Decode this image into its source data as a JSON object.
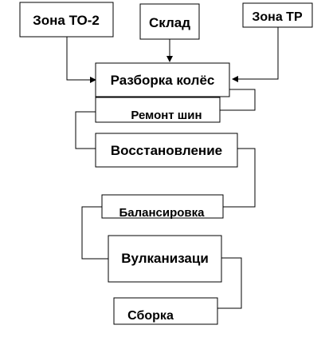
{
  "colors": {
    "stroke": "#000000",
    "background": "#ffffff",
    "text": "#000000"
  },
  "nodes": {
    "zona_to2": {
      "label": "Зона ТО-2"
    },
    "sklad": {
      "label": "Склад"
    },
    "zona_tr": {
      "label": "Зона ТР"
    },
    "razborka": {
      "label": "Разборка колёс"
    },
    "remont_shin": {
      "label": "Ремонт шин"
    },
    "vosstanovlenie": {
      "label": "Восстановление"
    },
    "balansirovka": {
      "label": "Балансировка"
    },
    "vulkanizaci": {
      "label": "Вулканизаци"
    },
    "sborka": {
      "label": "Сборка"
    }
  }
}
